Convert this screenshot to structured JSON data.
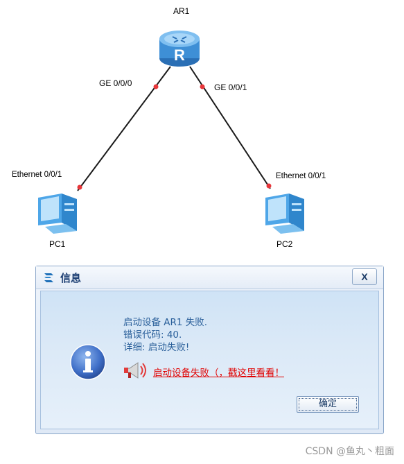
{
  "topology": {
    "router": {
      "name": "AR1",
      "label_letter": "R"
    },
    "router_ports": {
      "left": "GE 0/0/0",
      "right": "GE 0/0/1"
    },
    "pcs": [
      {
        "name": "PC1",
        "port": "Ethernet 0/0/1"
      },
      {
        "name": "PC2",
        "port": "Ethernet 0/0/1"
      }
    ],
    "colors": {
      "router_blue": "#3e8fd6",
      "link_line": "#1a1a1a",
      "port_dot": "#e8363a",
      "pc_blue": "#4ea6e8"
    }
  },
  "dialog": {
    "title": "信息",
    "close_label": "X",
    "icon": "info-icon",
    "messages": [
      "启动设备 AR1 失败.",
      "错误代码: 40.",
      "详细: 启动失败!"
    ],
    "help_link": "启动设备失败（，戳这里看看！",
    "ok_label": "确定",
    "colors": {
      "message_text": "#2a5f9a",
      "link_text": "#e10000"
    }
  },
  "watermark": "CSDN @鱼丸丶粗面"
}
